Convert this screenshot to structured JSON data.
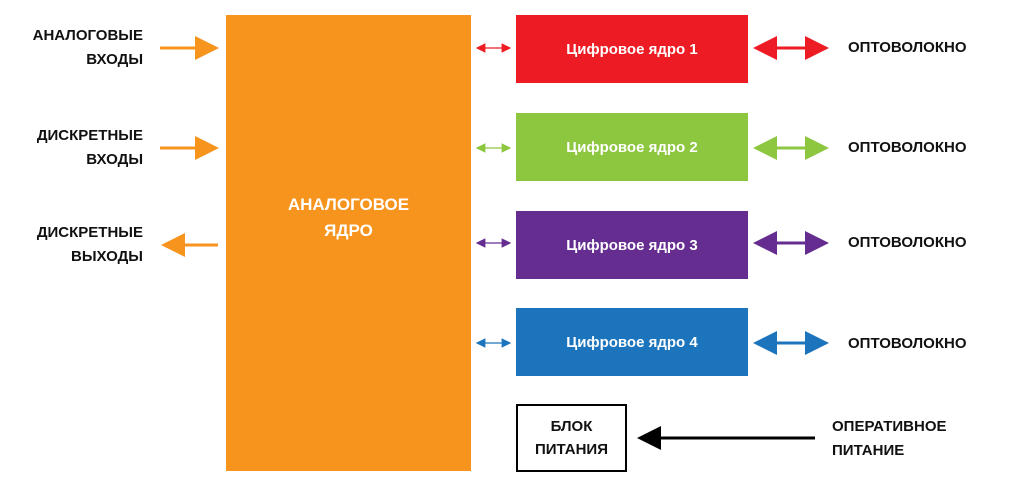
{
  "colors": {
    "analog": "#F7941D",
    "core1": "#ED1C24",
    "core2": "#8DC63F",
    "core3": "#662D91",
    "core4": "#1C75BC",
    "power": "#000000"
  },
  "inputs": [
    {
      "line1": "АНАЛОГОВЫЕ",
      "line2": "ВХОДЫ",
      "direction": "in"
    },
    {
      "line1": "ДИСКРЕТНЫЕ",
      "line2": "ВХОДЫ",
      "direction": "in"
    },
    {
      "line1": "ДИСКРЕТНЫЕ",
      "line2": "ВЫХОДЫ",
      "direction": "out"
    }
  ],
  "analog_core": {
    "line1": "АНАЛОГОВОЕ",
    "line2": "ЯДРО"
  },
  "digital_cores": [
    {
      "label": "Цифровое ядро 1",
      "link": "ОПТОВОЛОКНО"
    },
    {
      "label": "Цифровое ядро 2",
      "link": "ОПТОВОЛОКНО"
    },
    {
      "label": "Цифровое ядро 3",
      "link": "ОПТОВОЛОКНО"
    },
    {
      "label": "Цифровое ядро 4",
      "link": "ОПТОВОЛОКНО"
    }
  ],
  "power_block": {
    "line1": "БЛОК",
    "line2": "ПИТАНИЯ"
  },
  "power_source": {
    "line1": "ОПЕРАТИВНОЕ",
    "line2": "ПИТАНИЕ"
  }
}
